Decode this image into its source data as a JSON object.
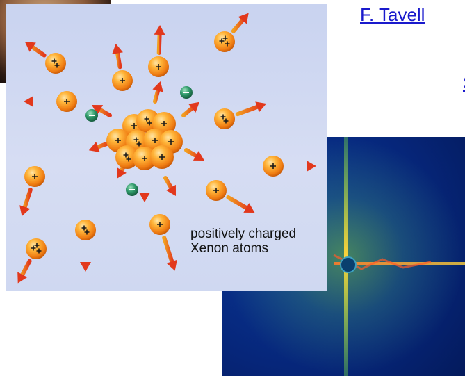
{
  "author_link": "F. Tavell",
  "small_link": "S",
  "caption": {
    "line1": "positively charged",
    "line2": "Xenon atoms"
  },
  "colors": {
    "panel_background": "#cfd8f1",
    "ion_orange": "#f08a1c",
    "electron_green": "#1f7a52",
    "arrow_red": "#e2381c",
    "link_blue": "#1a1acc",
    "diffraction_blue": "#06267a",
    "diffraction_green": "#7cc83c"
  }
}
